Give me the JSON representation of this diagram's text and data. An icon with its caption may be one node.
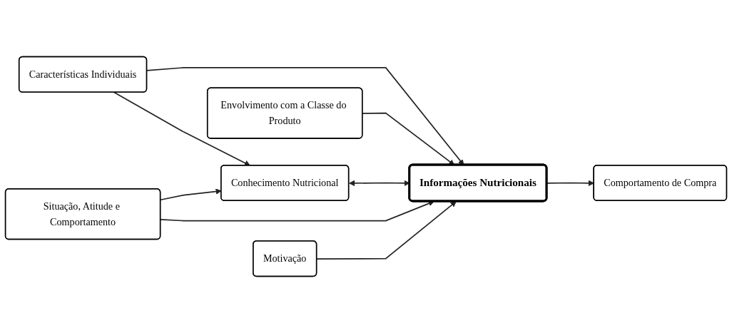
{
  "diagram": {
    "nodes": [
      {
        "text": [
          "Características Individuais"
        ]
      },
      {
        "text": [
          "Envolvimento com a Classe do Produto"
        ]
      },
      {
        "text": [
          "Conhecimento Nutricional"
        ]
      },
      {
        "text": [
          "Informações Nutricionais"
        ]
      },
      {
        "text": [
          "Comportamento de Compra"
        ]
      },
      {
        "text": [
          "Situação, Atitude e Comportamento"
        ]
      },
      {
        "text": [
          "Motivação"
        ]
      }
    ],
    "edges": [
      {
        "from": 0,
        "to": 2,
        "arrow": "to"
      },
      {
        "from": 0,
        "to": 3,
        "arrow": "to"
      },
      {
        "from": 1,
        "to": 3,
        "arrow": "to"
      },
      {
        "from": 2,
        "to": 3,
        "arrow": "both"
      },
      {
        "from": 3,
        "to": 4,
        "arrow": "to"
      },
      {
        "from": 5,
        "to": 2,
        "arrow": "to"
      },
      {
        "from": 5,
        "to": 3,
        "arrow": "to"
      },
      {
        "from": 6,
        "to": 3,
        "arrow": "to"
      }
    ]
  }
}
